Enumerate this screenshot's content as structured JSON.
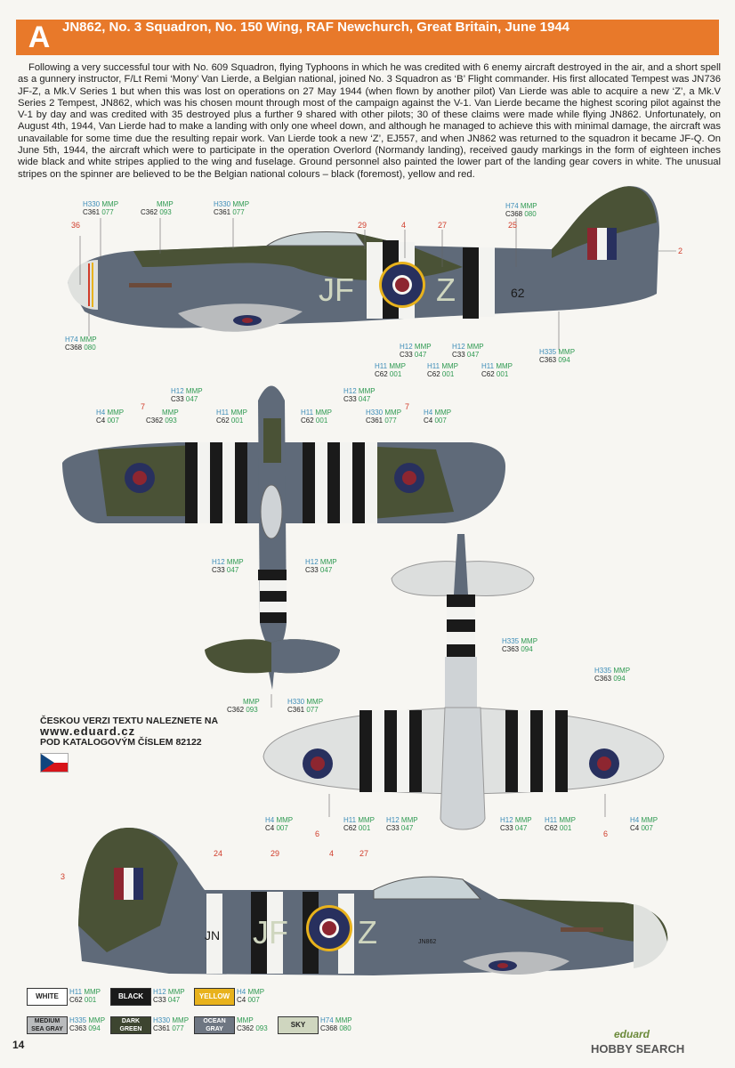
{
  "header": {
    "letter": "A",
    "title": "JN862, No. 3 Squadron, No. 150 Wing, RAF Newchurch, Great Britain, June 1944"
  },
  "description": "Following a very successful tour with No. 609 Squadron, flying Typhoons in which he was credited with 6 enemy aircraft destroyed in the air, and a short spell as a gunnery instructor, F/Lt Remi ‘Mony’ Van Lierde, a Belgian national, joined No. 3 Squadron as ‘B’ Flight commander. His first allocated Tempest was JN736 JF-Z, a Mk.V Series 1 but when this was lost on operations on 27 May 1944 (when flown by another pilot) Van Lierde was able to acquire a new ‘Z’, a Mk.V Series 2 Tempest, JN862, which was his chosen mount through most of the campaign against the V-1. Van Lierde became the highest scoring pilot against the V-1 by day and was credited with 35 destroyed plus a further 9 shared with other pilots; 30 of these claims were made while flying JN862. Unfortunately, on August 4th, 1944, Van Lierde had to make a landing with only one wheel down, and although he managed to achieve this with minimal damage, the aircraft was unavailable for some time due the resulting repair work. Van Lierde took a new ‘Z’, EJ557, and when JN862 was returned to the squadron it became JF-Q. On June 5th, 1944, the aircraft which were to participate in the operation Overlord (Normandy landing), received gaudy markings in the form of eighteen inches wide black and white stripes applied to the wing and fuselage. Ground personnel also painted the lower part of the landing gear covers in white. The unusual stripes on the spinner are believed to be the Belgian national colours – black (foremost), yellow and red.",
  "markings": {
    "code1": "JF",
    "code2": "Z",
    "num62": "62",
    "code_jn": "JN",
    "serial": "JN862"
  },
  "refs": {
    "h330": {
      "h": "H330",
      "mmp": "MMP",
      "c": "C361",
      "n": "077"
    },
    "c362": {
      "h": "",
      "mmp": "MMP",
      "c": "C362",
      "n": "093"
    },
    "h74": {
      "h": "H74",
      "mmp": "MMP",
      "c": "C368",
      "n": "080"
    },
    "h12": {
      "h": "H12",
      "mmp": "MMP",
      "c": "C33",
      "n": "047"
    },
    "h11": {
      "h": "H11",
      "mmp": "MMP",
      "c": "C62",
      "n": "001"
    },
    "h335": {
      "h": "H335",
      "mmp": "MMP",
      "c": "C363",
      "n": "094"
    },
    "h4": {
      "h": "H4",
      "mmp": "MMP",
      "c": "C4",
      "n": "007"
    }
  },
  "callouts": [
    "36",
    "29",
    "4",
    "27",
    "25",
    "2",
    "7",
    "7",
    "6",
    "6",
    "3",
    "24",
    "29",
    "4",
    "27"
  ],
  "czech": {
    "line1": "ČESKOU VERZI TEXTU NALEZNETE NA",
    "line2": "www.eduard.cz",
    "line3": "POD KATALOGOVÝM ČÍSLEM 82122"
  },
  "legend": [
    {
      "name": "WHITE",
      "h": "H11",
      "c": "C62",
      "n": "001",
      "bg": "#ffffff",
      "fg": "#222"
    },
    {
      "name": "BLACK",
      "h": "H12",
      "c": "C33",
      "n": "047",
      "bg": "#1a1a1a",
      "fg": "#fff"
    },
    {
      "name": "YELLOW",
      "h": "H4",
      "c": "C4",
      "n": "007",
      "bg": "#e8b21c",
      "fg": "#fff"
    },
    {
      "name": "MEDIUM SEA GRAY",
      "h": "H335",
      "c": "C363",
      "n": "094",
      "bg": "#b9bbbd",
      "fg": "#222"
    },
    {
      "name": "DARK GREEN",
      "h": "H330",
      "c": "C361",
      "n": "077",
      "bg": "#3d4530",
      "fg": "#fff"
    },
    {
      "name": "OCEAN GRAY",
      "h": "",
      "c": "C362",
      "n": "093",
      "bg": "#6e7682",
      "fg": "#fff"
    },
    {
      "name": "SKY",
      "h": "H74",
      "c": "C368",
      "n": "080",
      "bg": "#cfd6bf",
      "fg": "#222"
    }
  ],
  "mmp": "MMP",
  "page_number": "14",
  "brand": "eduard",
  "watermark": "HOBBY SEARCH",
  "colors": {
    "banner": "#e8792a",
    "dark_green": "#4a5236",
    "ocean_gray": "#5f6a79",
    "sea_gray": "#b9bbbd",
    "sky": "#cfd6bf",
    "roundel_blue": "#28305e",
    "roundel_red": "#8d2630",
    "yellow": "#e8b21c"
  }
}
